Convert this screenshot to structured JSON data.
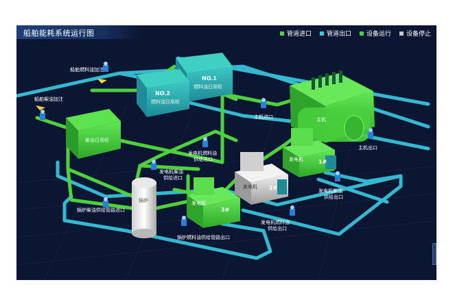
{
  "header": {
    "title": "船舶能耗系统运行图"
  },
  "legend": [
    {
      "label": "管道进口",
      "color": "#58d142"
    },
    {
      "label": "管道出口",
      "color": "#3cc7d9"
    },
    {
      "label": "设备运行",
      "color": "#3fd43c"
    },
    {
      "label": "设备停止",
      "color": "#c8c8c8"
    }
  ],
  "tanks": {
    "no1": {
      "number": "NO.1",
      "label": "燃料油日用柜"
    },
    "no2": {
      "number": "NO.2",
      "label": "燃料油日用柜"
    },
    "diesel": {
      "label": "柴油日用柜"
    }
  },
  "equipment": {
    "boiler": "锅炉",
    "main_engine": "主机",
    "gen1_label": "发电机",
    "gen1_no": "1#",
    "gen2_label": "发电机",
    "gen2_no": "2#",
    "gen3_label": "发电机",
    "gen3_no": "3#"
  },
  "labels": {
    "fuel_add": "船舶燃料油加注",
    "diesel_add": "船舶柴油加注",
    "main_inlet": "主机进口",
    "main_outlet": "主机出口",
    "gen_fuel_in_1": "发电机燃料油",
    "gen_fuel_in_2": "供给进口",
    "gen_diesel_in_1": "发电机柴油",
    "gen_diesel_in_2": "供给进口",
    "gen_diesel_out_1": "发电机柴油",
    "gen_diesel_out_2": "供给出口",
    "gen_fuel_out_1": "发电机燃料油",
    "gen_fuel_out_2": "供给出口",
    "boiler_in": "锅炉柴油供给管路进口",
    "boiler_out": "锅炉燃料油供给管路出口"
  }
}
